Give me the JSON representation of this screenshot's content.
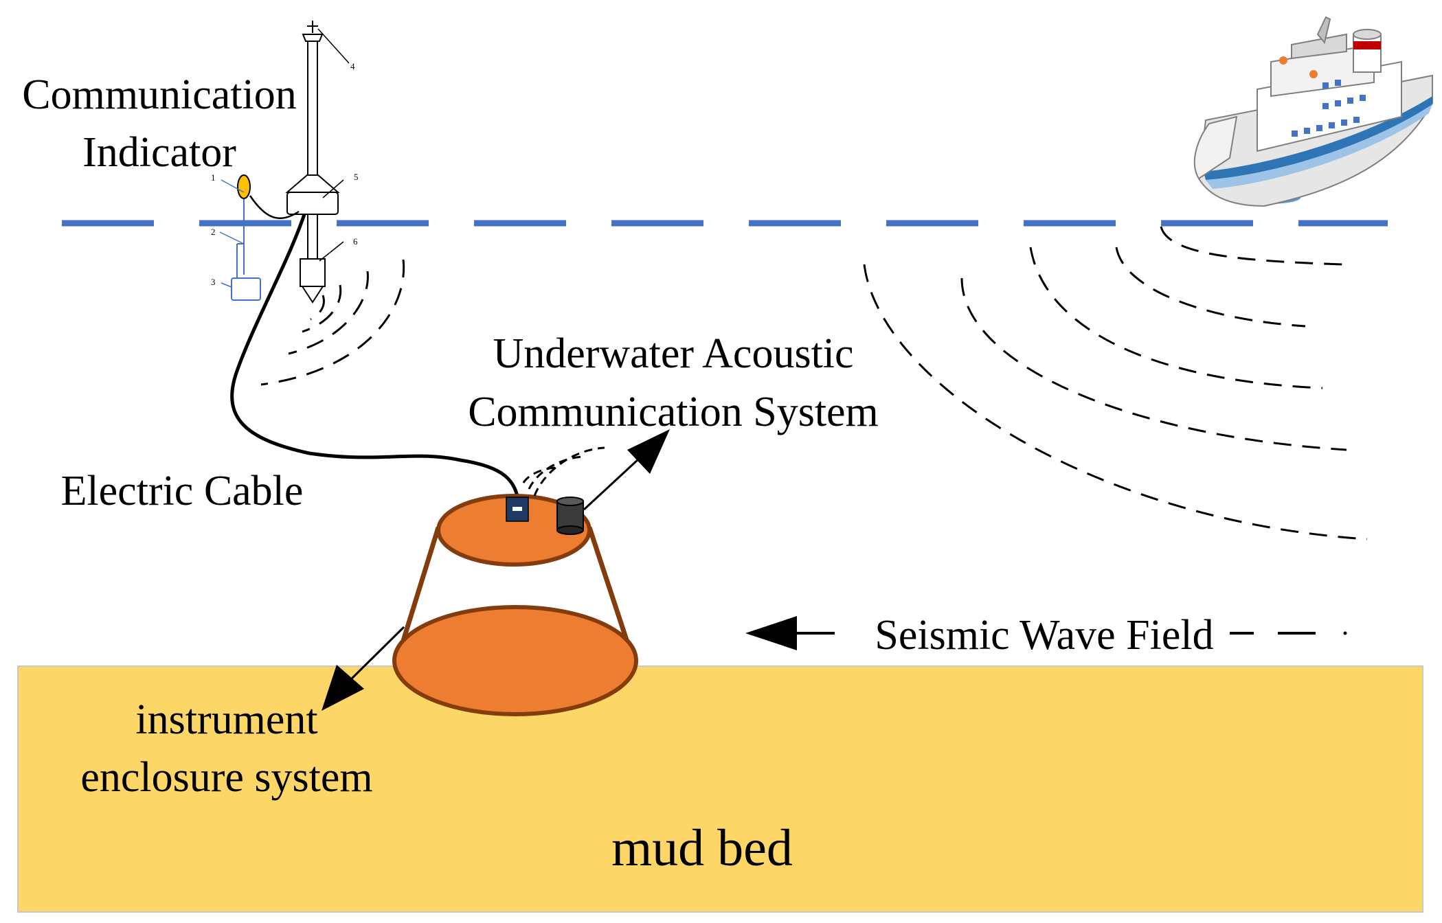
{
  "labels": {
    "communication_line1": "Communication",
    "communication_line2": "Indicator",
    "acoustic_line1": "Underwater Acoustic",
    "acoustic_line2": "Communication System",
    "cable": "Electric Cable",
    "enclosure_line1": "instrument",
    "enclosure_line2": "enclosure system",
    "seismic": "Seismic Wave Field",
    "mud": "mud bed"
  },
  "buoy_numbers": [
    "1",
    "2",
    "3",
    "4",
    "5",
    "6"
  ],
  "colors": {
    "water_line": "#4472C4",
    "mud_bed": "#FCD767",
    "enclosure_fill": "#ED7D31",
    "enclosure_stroke": "#843C0C",
    "indicator_light": "#FFC000",
    "module_blue": "#1F3864"
  },
  "icons": [
    "buoy-icon",
    "ship-icon",
    "acoustic-transducer-icon",
    "cable-connector-icon"
  ]
}
